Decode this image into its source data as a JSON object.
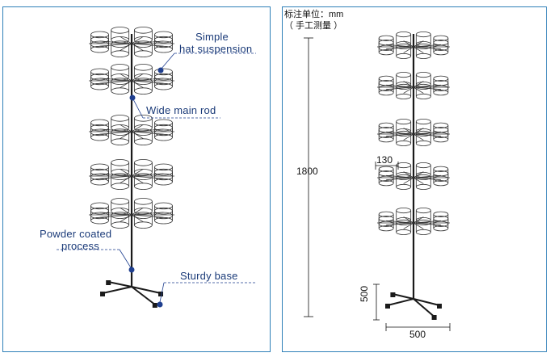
{
  "callouts": {
    "simple": "Simple",
    "hat_suspension": "hat suspension",
    "wide_main_rod": "Wide main rod",
    "powder_line1": "Powder coated",
    "powder_line2": "process",
    "sturdy_base": "Sturdy base"
  },
  "dimensions": {
    "unit_note": "标注单位：mm",
    "manual_note": "（ 手工测量 ）",
    "height": "1800",
    "ring": "130",
    "base_depth": "500",
    "base_width": "500"
  },
  "colors": {
    "frame": "#2e7fb8",
    "callout_text": "#1a3a78",
    "marker": "#1f3f8f",
    "wire": "#333333"
  }
}
